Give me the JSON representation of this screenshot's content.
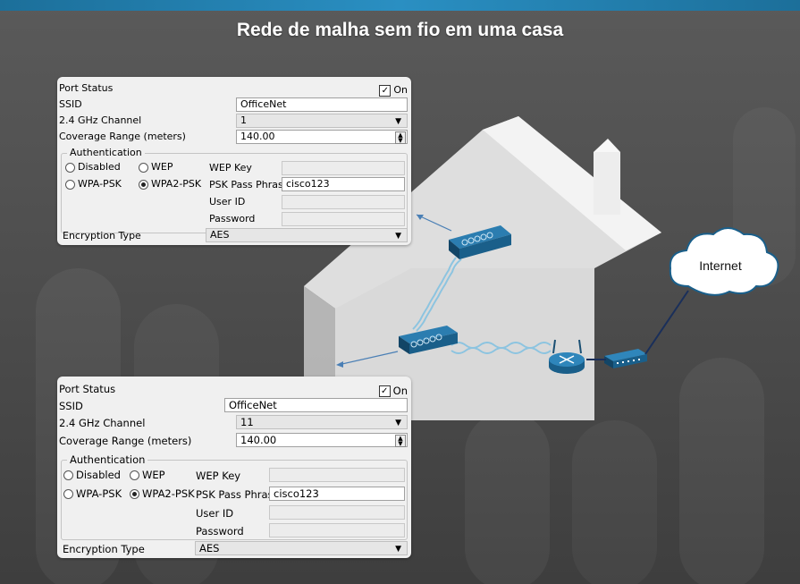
{
  "title": "Rede de malha sem fio em uma casa",
  "internet_label": "Internet",
  "panel1": {
    "port_status": "Port Status",
    "on_label": "On",
    "ssid_label": "SSID",
    "ssid_value": "OfficeNet",
    "channel_label": "2.4 GHz Channel",
    "channel_value": "1",
    "coverage_label": "Coverage Range (meters)",
    "coverage_value": "140.00",
    "auth_title": "Authentication",
    "opt_disabled": "Disabled",
    "opt_wep": "WEP",
    "opt_wpapsk": "WPA-PSK",
    "opt_wpa2psk": "WPA2-PSK",
    "wep_key_label": "WEP Key",
    "psk_label": "PSK Pass Phrase",
    "psk_value": "cisco123",
    "userid_label": "User ID",
    "password_label": "Password",
    "enc_label": "Encryption Type",
    "enc_value": "AES"
  },
  "panel2": {
    "port_status": "Port Status",
    "on_label": "On",
    "ssid_label": "SSID",
    "ssid_value": "OfficeNet",
    "channel_label": "2.4 GHz Channel",
    "channel_value": "11",
    "coverage_label": "Coverage Range (meters)",
    "coverage_value": "140.00",
    "auth_title": "Authentication",
    "opt_disabled": "Disabled",
    "opt_wep": "WEP",
    "opt_wpapsk": "WPA-PSK",
    "opt_wpa2psk": "WPA2-PSK",
    "wep_key_label": "WEP Key",
    "psk_label": "PSK Pass Phrase",
    "psk_value": "cisco123",
    "userid_label": "User ID",
    "password_label": "Password",
    "enc_label": "Encryption Type",
    "enc_value": "AES"
  },
  "colors": {
    "header_bar": "#1c6f9a",
    "device_blue": "#1a5f8a",
    "wireless_wave": "#6fb4d8",
    "house": "#e8e8e8"
  }
}
